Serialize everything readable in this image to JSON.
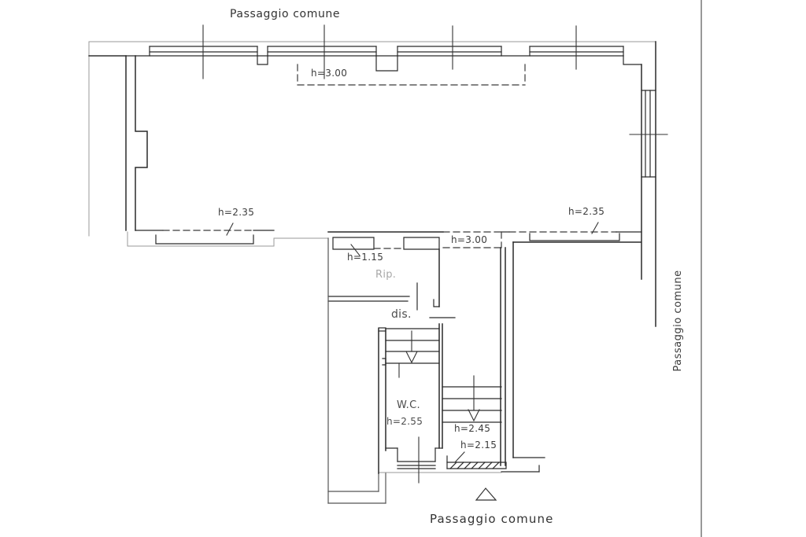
{
  "drawing": {
    "type": "architectural-floor-plan",
    "labels": {
      "passage_top": "Passaggio comune",
      "passage_bottom": "Passaggio comune",
      "passage_right": "Passaggio comune",
      "h300_upper": "h=3.00",
      "h300_lower": "h=3.00",
      "h235_left": "h=2.35",
      "h235_right": "h=2.35",
      "h115": "h=1.15",
      "room_rip": "Rip.",
      "room_dis": "dis.",
      "room_wc": "W.C.",
      "h255": "h=2.55",
      "h245": "h=2.45",
      "h215": "h=2.15"
    },
    "colors": {
      "background": "#ffffff",
      "wall_line": "#2a2a2a",
      "thin_line": "#9a9a9a",
      "text": "#3c3c3c",
      "muted_text": "#a8a8a8"
    }
  }
}
